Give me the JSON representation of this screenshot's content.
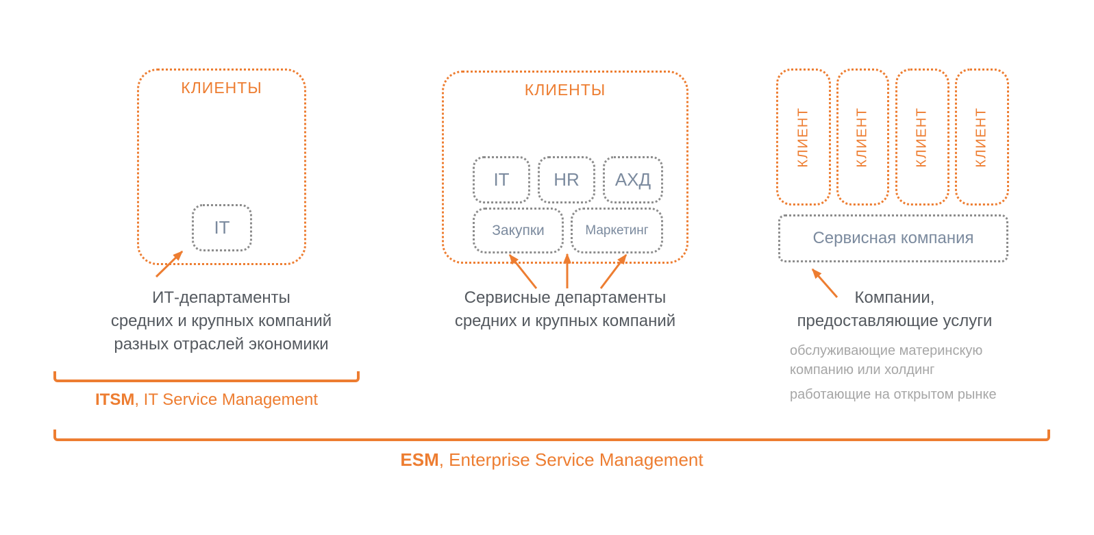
{
  "colors": {
    "accent_orange": "#ED7D31",
    "box_border_gray": "#8C8C8C",
    "caption_text": "#54595F",
    "box_label_text": "#7B8A9E",
    "muted_note_text": "#A6A6A6"
  },
  "panel_left": {
    "title": "КЛИЕНТЫ",
    "it_box": "IT",
    "caption": [
      "ИТ-департаменты",
      "средних и крупных компаний",
      "разных отраслей экономики"
    ]
  },
  "panel_middle": {
    "title": "КЛИЕНТЫ",
    "row1": [
      "IT",
      "HR",
      "АХД"
    ],
    "row2": [
      "Закупки",
      "Маркетинг"
    ],
    "caption": [
      "Сервисные департаменты",
      "средних и крупных компаний"
    ]
  },
  "panel_right": {
    "clients": [
      "КЛИЕНТ",
      "КЛИЕНТ",
      "КЛИЕНТ",
      "КЛИЕНТ"
    ],
    "service_company": "Сервисная компания",
    "caption": [
      "Компании,",
      "предоставляющие услуги"
    ],
    "note1": [
      "обслуживающие материнскую",
      "компанию или холдинг"
    ],
    "note2": "работающие на открытом рынке"
  },
  "brackets": {
    "itsm": {
      "abbr": "ITSM",
      "rest": ", IT Service Management"
    },
    "esm": {
      "abbr": "ESM",
      "rest": ", Enterprise Service Management"
    }
  }
}
